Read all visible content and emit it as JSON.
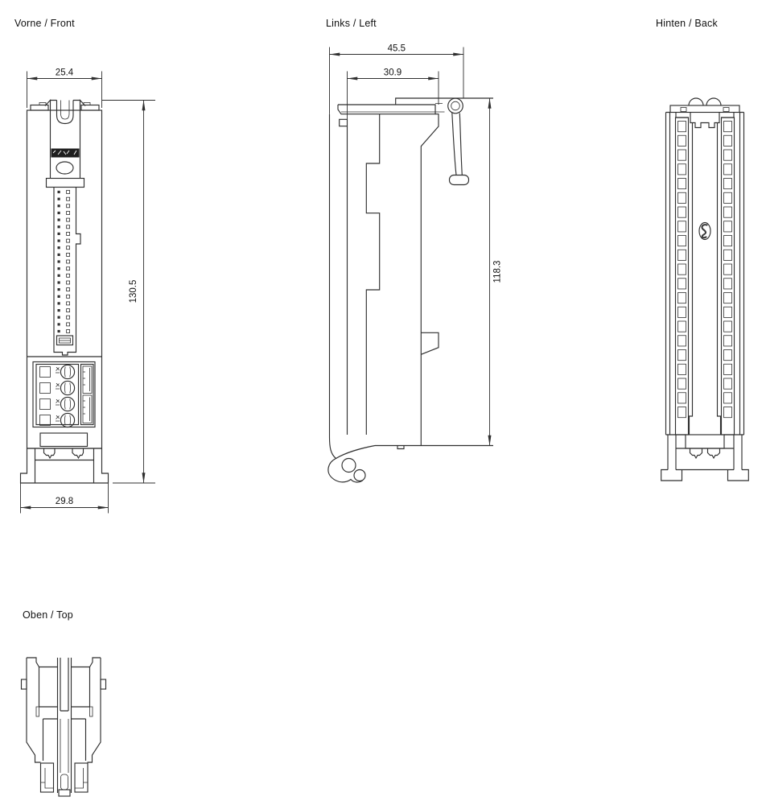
{
  "drawing": {
    "background": "#ffffff",
    "line_color": "#2f2f2f",
    "label_color": "#1f1f1f",
    "views": {
      "front": {
        "title": "Vorne / Front",
        "dimensions": {
          "top_width": "25.4",
          "overall_height": "130.5",
          "bottom_width": "29.8"
        }
      },
      "left": {
        "title": "Links / Left",
        "dimensions": {
          "overall_depth": "45.5",
          "body_depth": "30.9",
          "body_height": "118.3"
        }
      },
      "back": {
        "title": "Hinten / Back",
        "icons": {
          "center_marking": "material-marking-icon"
        }
      },
      "top": {
        "title": "Oben / Top"
      }
    }
  }
}
